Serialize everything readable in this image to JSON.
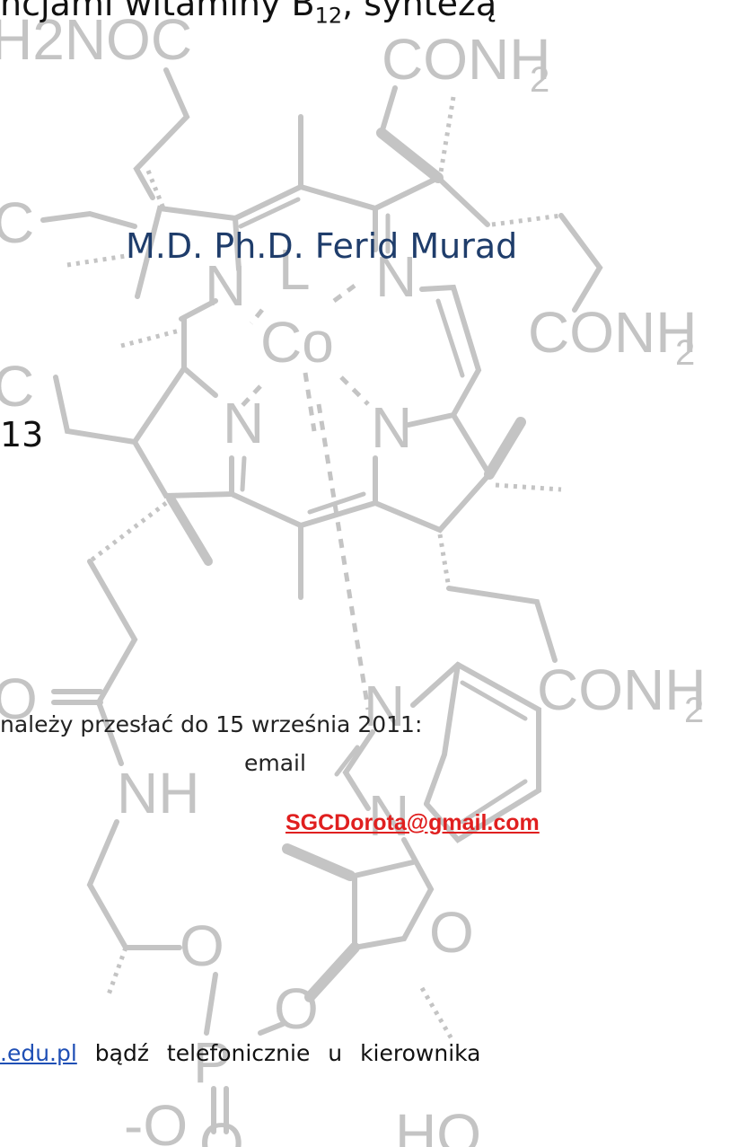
{
  "header_text": "ncjami witaminy B",
  "header_sub": "12",
  "header_tail": ", syntezą",
  "speaker": "M.D. Ph.D. Ferid Murad",
  "number_fragment": "13",
  "deadline": "należy przesłać do 15 września 2011:",
  "email_label": "email",
  "email": "SGCDorota@gmail.com",
  "footer": {
    "link": ".edu.pl",
    "rest": "bądź telefonicznie u kierownika"
  },
  "molecule_labels": {
    "h2noc": "H2NOC",
    "conh2_top": "CONH",
    "conh2_right": "CONH",
    "conh2_mid": "CONH",
    "sub2": "2",
    "n": "N",
    "l": "L",
    "co": "Co",
    "c": "C",
    "nh": "NH",
    "o": "O",
    "p": "P",
    "o_minus": "-O",
    "ho": "HO"
  },
  "colors": {
    "speaker": "#1f3d6b",
    "email": "#e01f1f",
    "link": "#1f4fb5",
    "molecule": "#c4c4c4"
  }
}
